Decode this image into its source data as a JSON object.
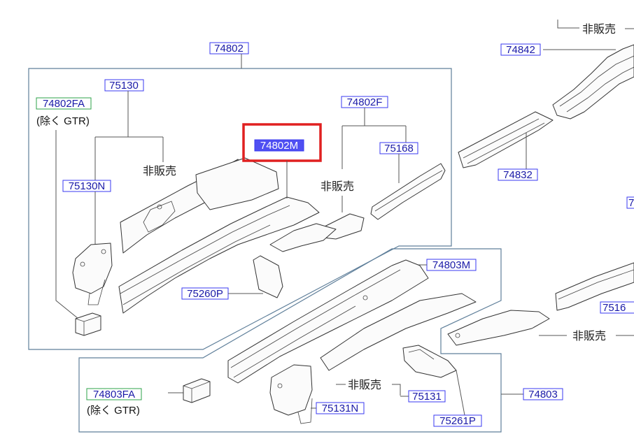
{
  "colors": {
    "label_text": "#1a1aa8",
    "label_border_blue": "#3a3af0",
    "label_border_green": "#2ea34a",
    "label_fill_highlight": "#4f4ff2",
    "callout_highlight": "#e02020",
    "frame_line": "#5f7f9a"
  },
  "group_labels": {
    "top_assembly": "74802",
    "bottom_assembly": "74803"
  },
  "part_labels": {
    "p74842": "74842",
    "p74832": "74832",
    "p75130": "75130",
    "p74802FA": "74802FA",
    "p74802M": "74802M",
    "p74802F": "74802F",
    "p75168": "75168",
    "p75130N": "75130N",
    "p75260P": "75260P",
    "p74803M": "74803M",
    "p74803FA": "74803FA",
    "p75131": "75131",
    "p75131N": "75131N",
    "p75261P": "75261P",
    "p75169_partial": "7516",
    "p_right_partial": "7"
  },
  "notes": {
    "excl_gtr_top": "(除く GTR)",
    "excl_gtr_bottom": "(除く GTR)",
    "not_for_sale_topright": "非販売",
    "not_for_sale_left": "非販売",
    "not_for_sale_mid": "非販売",
    "not_for_sale_right": "非販売",
    "not_for_sale_bottom": "非販売"
  },
  "highlight": {
    "target_part": "74802M"
  }
}
